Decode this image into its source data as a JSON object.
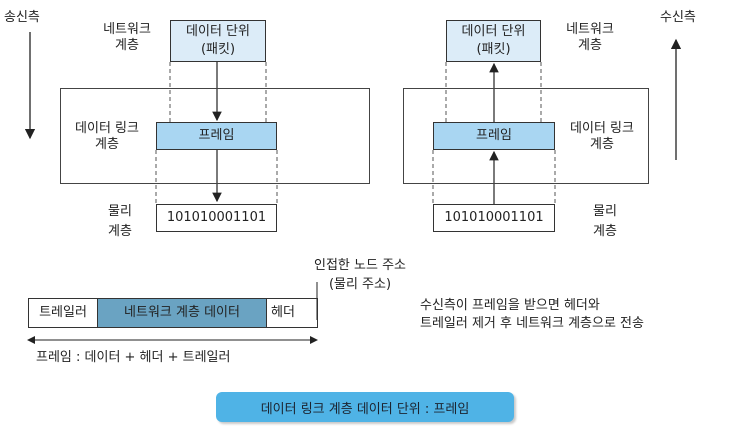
{
  "left": {
    "side_label": "송신측",
    "network_layer_label": [
      "네트워크",
      "계층"
    ],
    "data_unit_box": [
      "데이터 단위",
      "(패킷)"
    ],
    "link_layer_label": [
      "데이터 링크",
      "계층"
    ],
    "frame_box": "프레임",
    "physical_label": [
      "물리",
      "계층"
    ],
    "bits_box": "101010001101"
  },
  "right": {
    "side_label": "수신측",
    "network_layer_label": [
      "네트워크",
      "계층"
    ],
    "data_unit_box": [
      "데이터 단위",
      "(패킷)"
    ],
    "link_layer_label": [
      "데이터 링크",
      "계층"
    ],
    "frame_box": "프레임",
    "physical_label": [
      "물리",
      "계층"
    ],
    "bits_box": "101010001101"
  },
  "frame_structure": {
    "address_note": [
      "인접한 노드 주소",
      "(물리 주소)"
    ],
    "trailer": "트레일러",
    "network_data": "네트워크 계층 데이터",
    "header": "헤더",
    "formula": "프레임 : 데이터 + 헤더 + 트레일러"
  },
  "receive_note": [
    "수신측이 프레임을 받으면 헤더와",
    "트레일러 제거 후 네트워크 계층으로 전송"
  ],
  "summary_badge": "데이터 링크 계층 데이터 단위 : 프레임",
  "colors": {
    "light_box": "#dcecf8",
    "frame_box": "#a9d6f2",
    "network_data_fill": "#6aa3c2",
    "badge": "#4fb3e6"
  }
}
